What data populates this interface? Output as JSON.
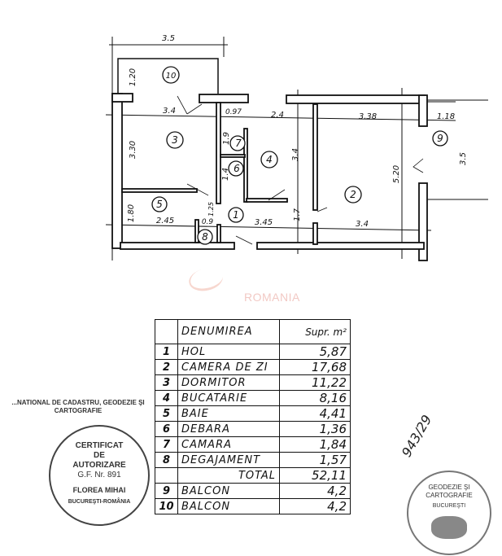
{
  "plan": {
    "room_labels": [
      "1",
      "2",
      "3",
      "4",
      "5",
      "6",
      "7",
      "8",
      "9",
      "10"
    ],
    "dimensions": {
      "balcony10_width": "3.5",
      "balcony10_depth": "1.20",
      "room3_width": "3.4",
      "room3_depth": "3.30",
      "room7_width": "0.97",
      "room7_depth": "1.9",
      "room6_depth": "1.4",
      "room4_width": "2.4",
      "room4_depth": "3.4",
      "room2_width_top": "3.38",
      "room2_width_bottom": "3.4",
      "room2_depth": "5.20",
      "balcony9_width": "1.18",
      "balcony9_depth": "3.5",
      "room5_depth": "1.80",
      "room5_width": "2.45",
      "hall_depth": "1.25",
      "room8_width": "0.9",
      "hall_width": "3.45",
      "hall_side": "1.7"
    }
  },
  "watermark": "ROMANIA",
  "table": {
    "header": {
      "name": "DENUMIREA",
      "area": "Supr. m²"
    },
    "rows": [
      {
        "num": "1",
        "name": "HOL",
        "area": "5,87"
      },
      {
        "num": "2",
        "name": "CAMERA DE ZI",
        "area": "17,68"
      },
      {
        "num": "3",
        "name": "DORMITOR",
        "area": "11,22"
      },
      {
        "num": "4",
        "name": "BUCATARIE",
        "area": "8,16"
      },
      {
        "num": "5",
        "name": "BAIE",
        "area": "4,41"
      },
      {
        "num": "6",
        "name": "DEBARA",
        "area": "1,36"
      },
      {
        "num": "7",
        "name": "CAMARA",
        "area": "1,84"
      },
      {
        "num": "8",
        "name": "DEGAJAMENT",
        "area": "1,57"
      }
    ],
    "total": {
      "label": "TOTAL",
      "area": "52,11"
    },
    "extra_rows": [
      {
        "num": "9",
        "name": "BALCON",
        "area": "4,2"
      },
      {
        "num": "10",
        "name": "BALCON",
        "area": "4,2"
      }
    ]
  },
  "stamp_left": {
    "ring": "...NATIONAL DE CADASTRU, GEODEZIE ŞI CARTOGRAFIE",
    "lines": [
      "CERTIFICAT",
      "DE",
      "AUTORIZARE",
      "G.F. Nr. 891"
    ],
    "name": "FLOREA MIHAI",
    "city": "BUCUREŞTI-ROMÂNIA"
  },
  "stamp_right": {
    "ring": "GEODEZIE ŞI CARTOGRAFIE",
    "city": "BUCUREŞTI"
  },
  "reference": "943/29"
}
